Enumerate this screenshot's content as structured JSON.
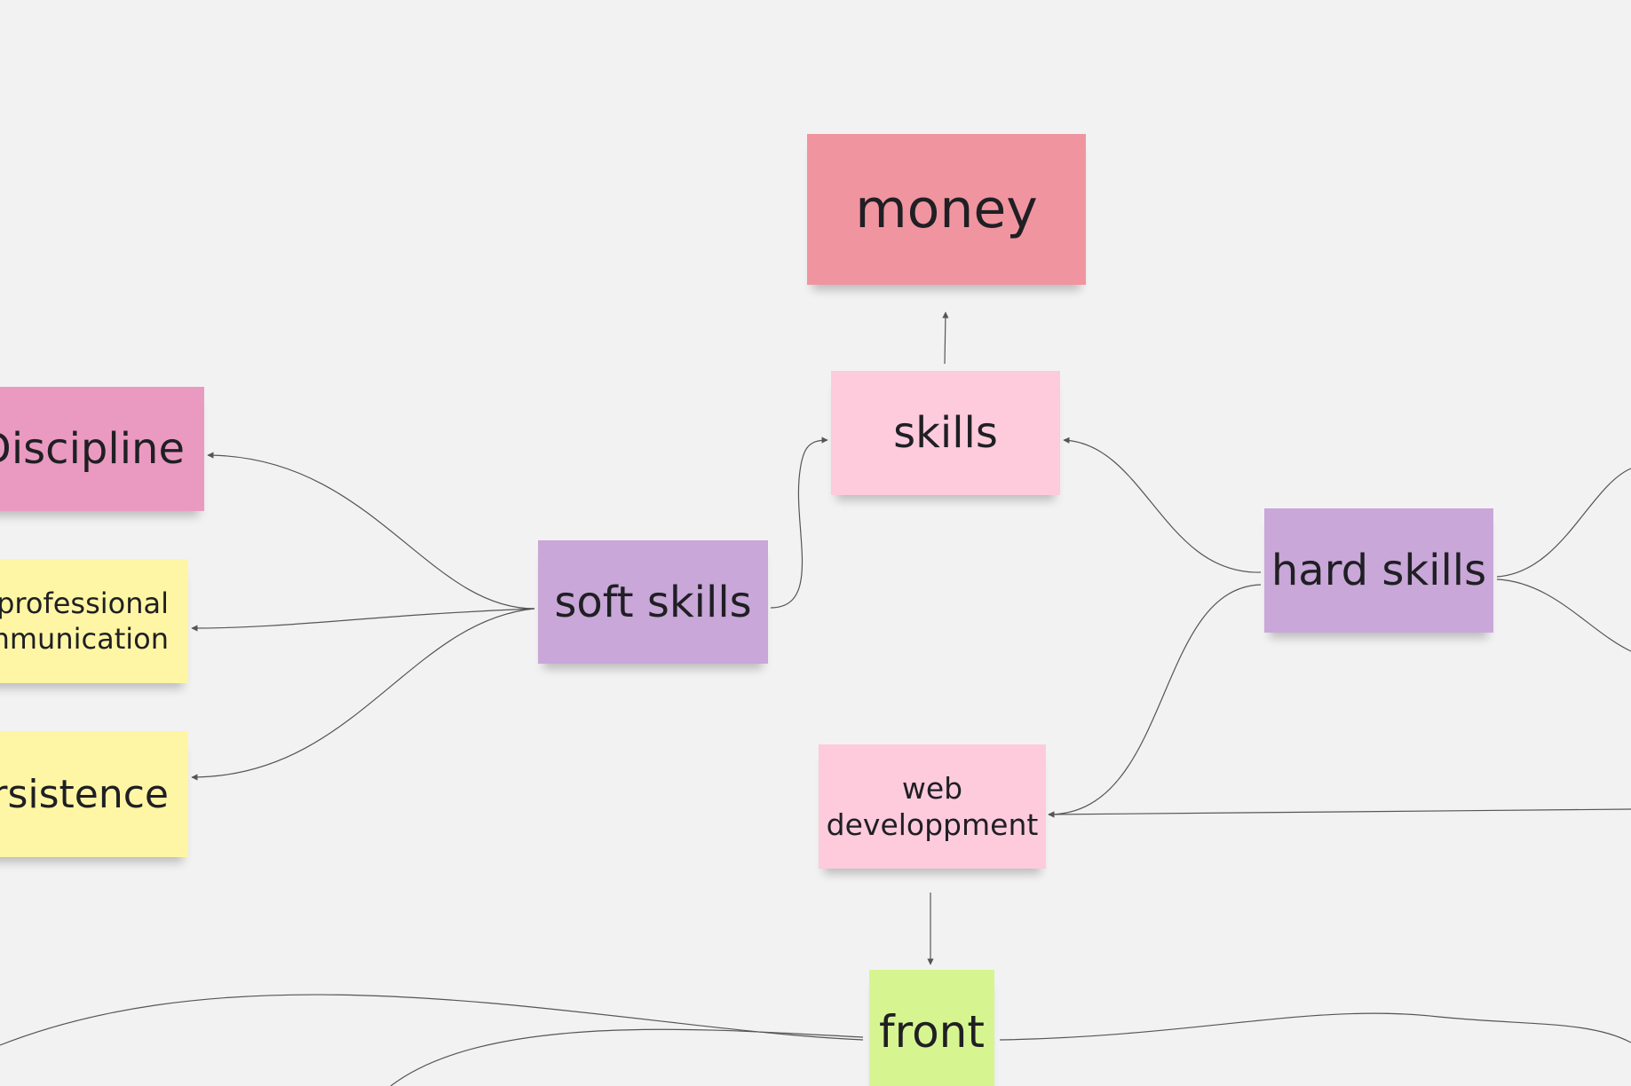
{
  "nodes": {
    "money": {
      "text": "money",
      "color": "#f0959f"
    },
    "skills": {
      "text": "skills",
      "color": "#fdcbdc"
    },
    "discipline": {
      "text": "Discipline",
      "color": "#ea9ac0"
    },
    "professional_communication": {
      "text": "professional\ncommunication",
      "color": "#fef6a4"
    },
    "persistence": {
      "text": "Persistence",
      "color": "#fef6a4"
    },
    "soft_skills": {
      "text": "soft skills",
      "color": "#c9a7d8"
    },
    "hard_skills": {
      "text": "hard skills",
      "color": "#c9a7d8"
    },
    "web_development": {
      "text": "web\ndeveloppment",
      "color": "#fdcbdc"
    },
    "front": {
      "text": "front",
      "color": "#d6f590"
    }
  },
  "connector_color": "#555555",
  "background_color": "#f2f2f2"
}
